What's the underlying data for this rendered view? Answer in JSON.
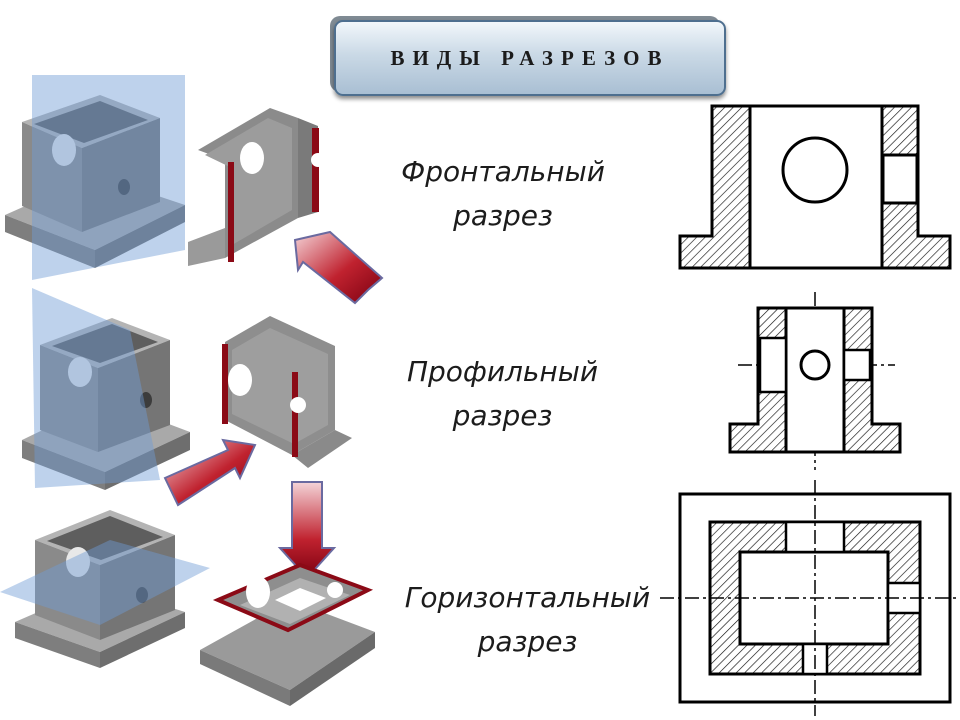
{
  "header": {
    "title": "ВИДЫ РАЗРЕЗОВ"
  },
  "sections": [
    {
      "id": "frontal",
      "line1": "Фронтальный",
      "line2": "разрез"
    },
    {
      "id": "profile",
      "line1": "Профильный",
      "line2": "разрез"
    },
    {
      "id": "horizontal",
      "line1": "Горизонтальный",
      "line2": "разрез"
    }
  ],
  "colors": {
    "part_gray": "#8c8c8c",
    "plane_blue": "#7fa7d8",
    "arrow_red": "#b3001f",
    "cut_edge": "#8b0a16",
    "title_border": "#4e6f8f"
  }
}
